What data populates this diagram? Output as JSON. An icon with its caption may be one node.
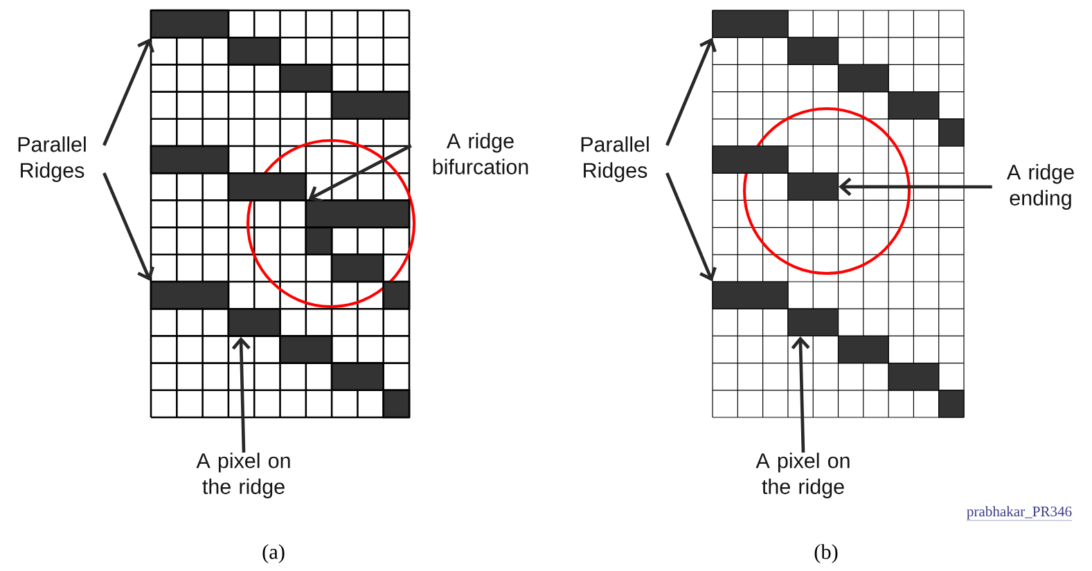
{
  "diagram": {
    "nodes": [
      {
        "text": [
          "Parallel Ridges"
        ]
      },
      {
        "text": [
          "A ridge bifurcation"
        ]
      },
      {
        "text": [
          "A pixel on the ridge"
        ]
      },
      {
        "text": [],
        "shape": "box"
      },
      {
        "text": [],
        "shape": "box"
      },
      {
        "text": [],
        "shape": "box"
      },
      {
        "text": [],
        "shape": "box"
      },
      {
        "text": [],
        "shape": "box"
      },
      {
        "text": [],
        "shape": "box"
      },
      {
        "text": [],
        "shape": "box"
      },
      {
        "text": [],
        "shape": "box"
      },
      {
        "text": [],
        "shape": "box"
      },
      {
        "text": [],
        "shape": "box"
      },
      {
        "text": [],
        "shape": "box"
      },
      {
        "text": [],
        "shape": "box"
      },
      {
        "text": [],
        "shape": "box"
      },
      {
        "text": [],
        "shape": "box"
      },
      {
        "text": [],
        "shape": "box"
      },
      {
        "text": [
          "Parallel Ridges"
        ]
      },
      {
        "text": [
          "A ridge ending"
        ]
      },
      {
        "text": [
          "A pixel on the ridge"
        ]
      },
      {
        "text": [],
        "shape": "box"
      },
      {
        "text": [],
        "shape": "box"
      },
      {
        "text": [],
        "shape": "box"
      },
      {
        "text": [],
        "shape": "box"
      },
      {
        "text": [],
        "shape": "box"
      },
      {
        "text": [],
        "shape": "box"
      },
      {
        "text": [],
        "shape": "box"
      },
      {
        "text": [],
        "shape": "box"
      },
      {
        "text": [],
        "shape": "box"
      },
      {
        "text": [],
        "shape": "box"
      },
      {
        "text": [],
        "shape": "box"
      },
      {
        "text": [],
        "shape": "box"
      }
    ],
    "edges": [
      {
        "from": 0,
        "to": 3,
        "arrow": "to"
      },
      {
        "from": 0,
        "to": 12,
        "arrow": "to"
      },
      {
        "from": 1,
        "to": 9,
        "arrow": "to"
      },
      {
        "from": 2,
        "to": 14,
        "arrow": "to"
      },
      {
        "from": 18,
        "to": 21,
        "arrow": "to"
      },
      {
        "from": 18,
        "to": 28,
        "arrow": "to"
      },
      {
        "from": 19,
        "to": 27,
        "arrow": "to"
      },
      {
        "from": 20,
        "to": 29,
        "arrow": "to"
      }
    ],
    "labels": [
      "prabhakar_PR346",
      "(a)",
      "(b)"
    ]
  }
}
